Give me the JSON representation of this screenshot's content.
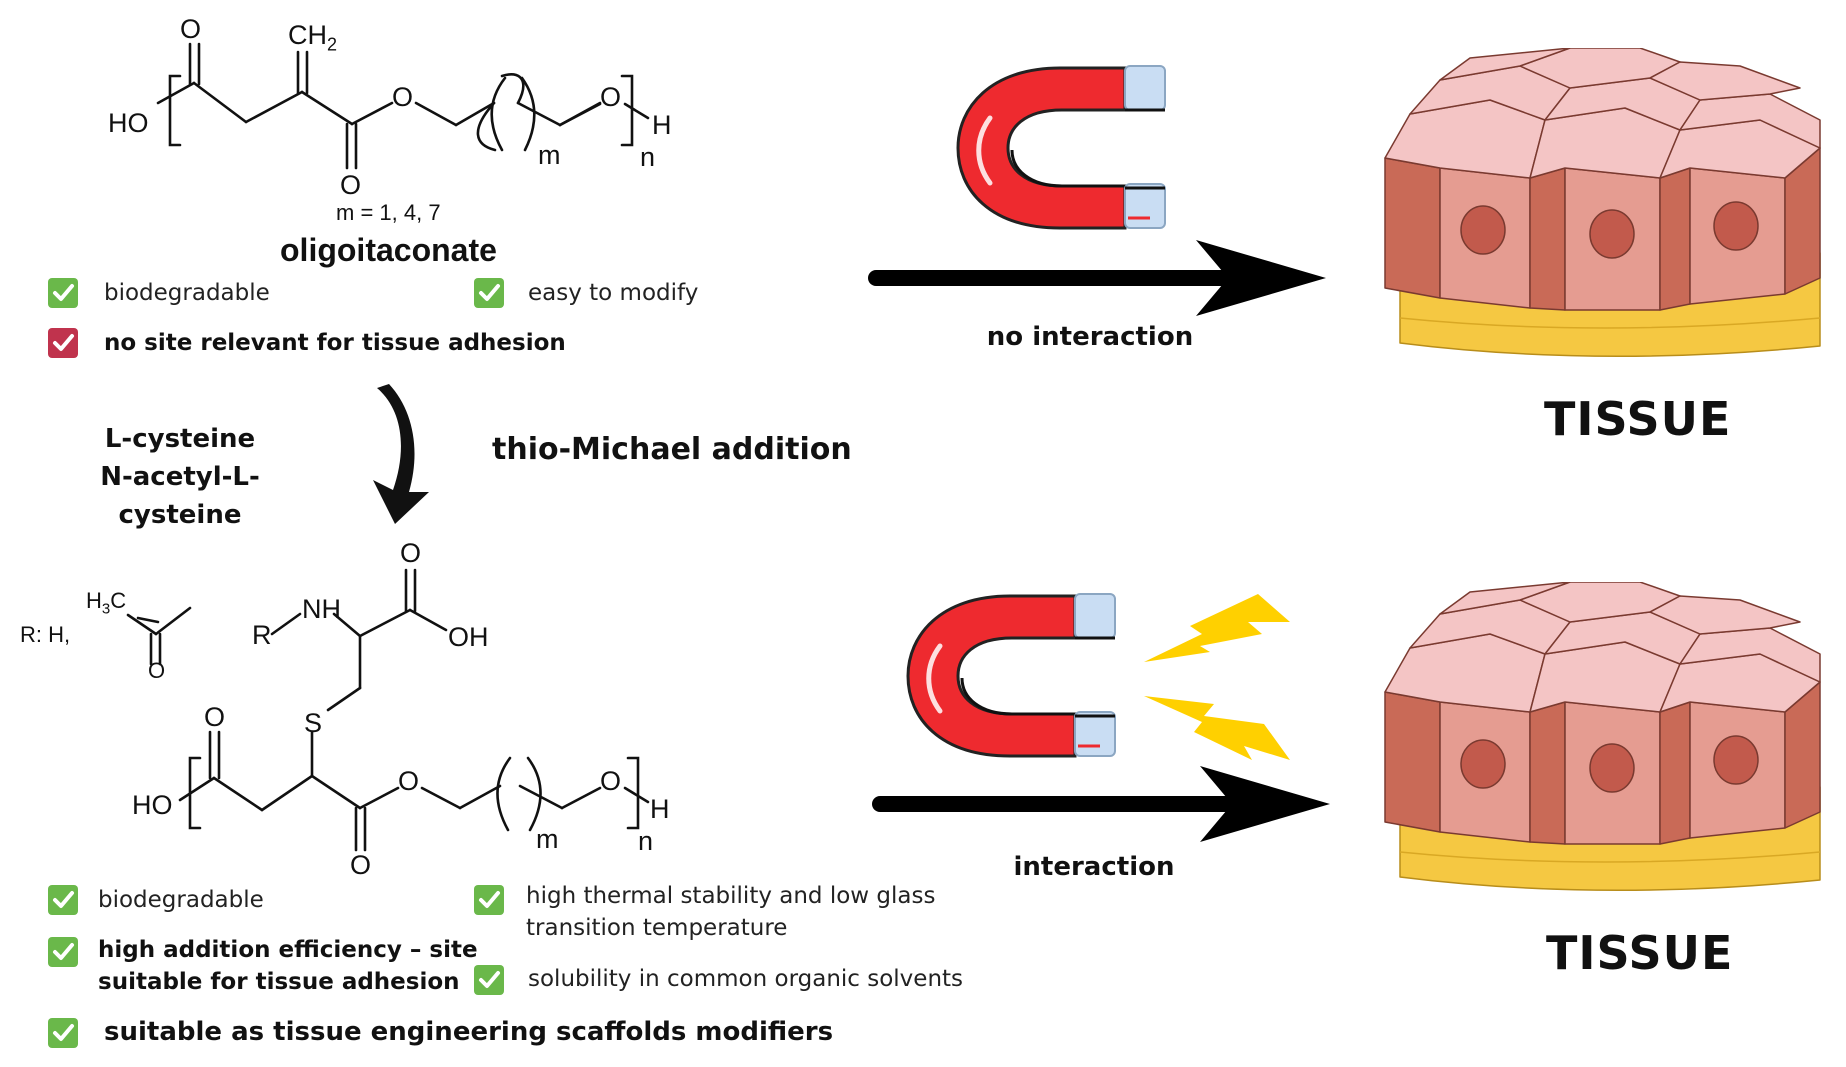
{
  "colors": {
    "check_green": "#6ab84a",
    "check_red": "#c0334d",
    "magnet_red": "#ee2a2f",
    "magnet_tip": "#c9ddf3",
    "bolt_yellow": "#ffd000",
    "tissue_top": "#f4c5c5",
    "tissue_side": "#c96a57",
    "tissue_face": "#e59c91",
    "tissue_base": "#f5c842"
  },
  "top_structure": {
    "o_top": "O",
    "ch2": "CH",
    "ch2_sub": "2",
    "ho": "HO",
    "o_ester": "O",
    "o_bottom": "O",
    "o_end": "O",
    "h_end": "H",
    "m": "m",
    "n": "n",
    "m_values": "m = 1, 4, 7",
    "name": "oligoitaconate"
  },
  "top_properties": [
    {
      "icon": "check-green",
      "text": "biodegradable"
    },
    {
      "icon": "check-green",
      "text": "easy to modify"
    },
    {
      "icon": "check-red",
      "text": "no site relevant for tissue adhesion"
    }
  ],
  "reaction": {
    "reagent_1": "L-cysteine",
    "reagent_2": "N-acetyl-L-cysteine",
    "name": "thio-Michael addition"
  },
  "bottom_structure": {
    "r_label": "R: H,",
    "h3c": "H",
    "h3c_sub": "3",
    "h3c_c": "C",
    "acetyl_o": "O",
    "r": "R",
    "nh": "NH",
    "o_acid": "O",
    "oh": "OH",
    "s": "S",
    "o_top": "O",
    "ho": "HO",
    "o_ester": "O",
    "o_bottom": "O",
    "o_end": "O",
    "h_end": "H",
    "m": "m",
    "n": "n"
  },
  "bottom_properties": [
    {
      "icon": "check-green",
      "text": "biodegradable"
    },
    {
      "icon": "check-green",
      "text": "high addition efficiency – site"
    },
    {
      "icon": "check-green",
      "text": "suitable for tissue adhesion"
    },
    {
      "icon": "check-green",
      "text": "high thermal stability and low glass"
    },
    {
      "icon": "check-green",
      "text": "transition temperature"
    },
    {
      "icon": "check-green",
      "text": "solubility in common organic solvents"
    },
    {
      "icon": "check-green",
      "text": "suitable as tissue engineering scaffolds modifiers"
    }
  ],
  "top_arrow_label": "no interaction",
  "bottom_arrow_label": "interaction",
  "tissue_top_label": "TISSUE",
  "tissue_bottom_label": "TISSUE"
}
